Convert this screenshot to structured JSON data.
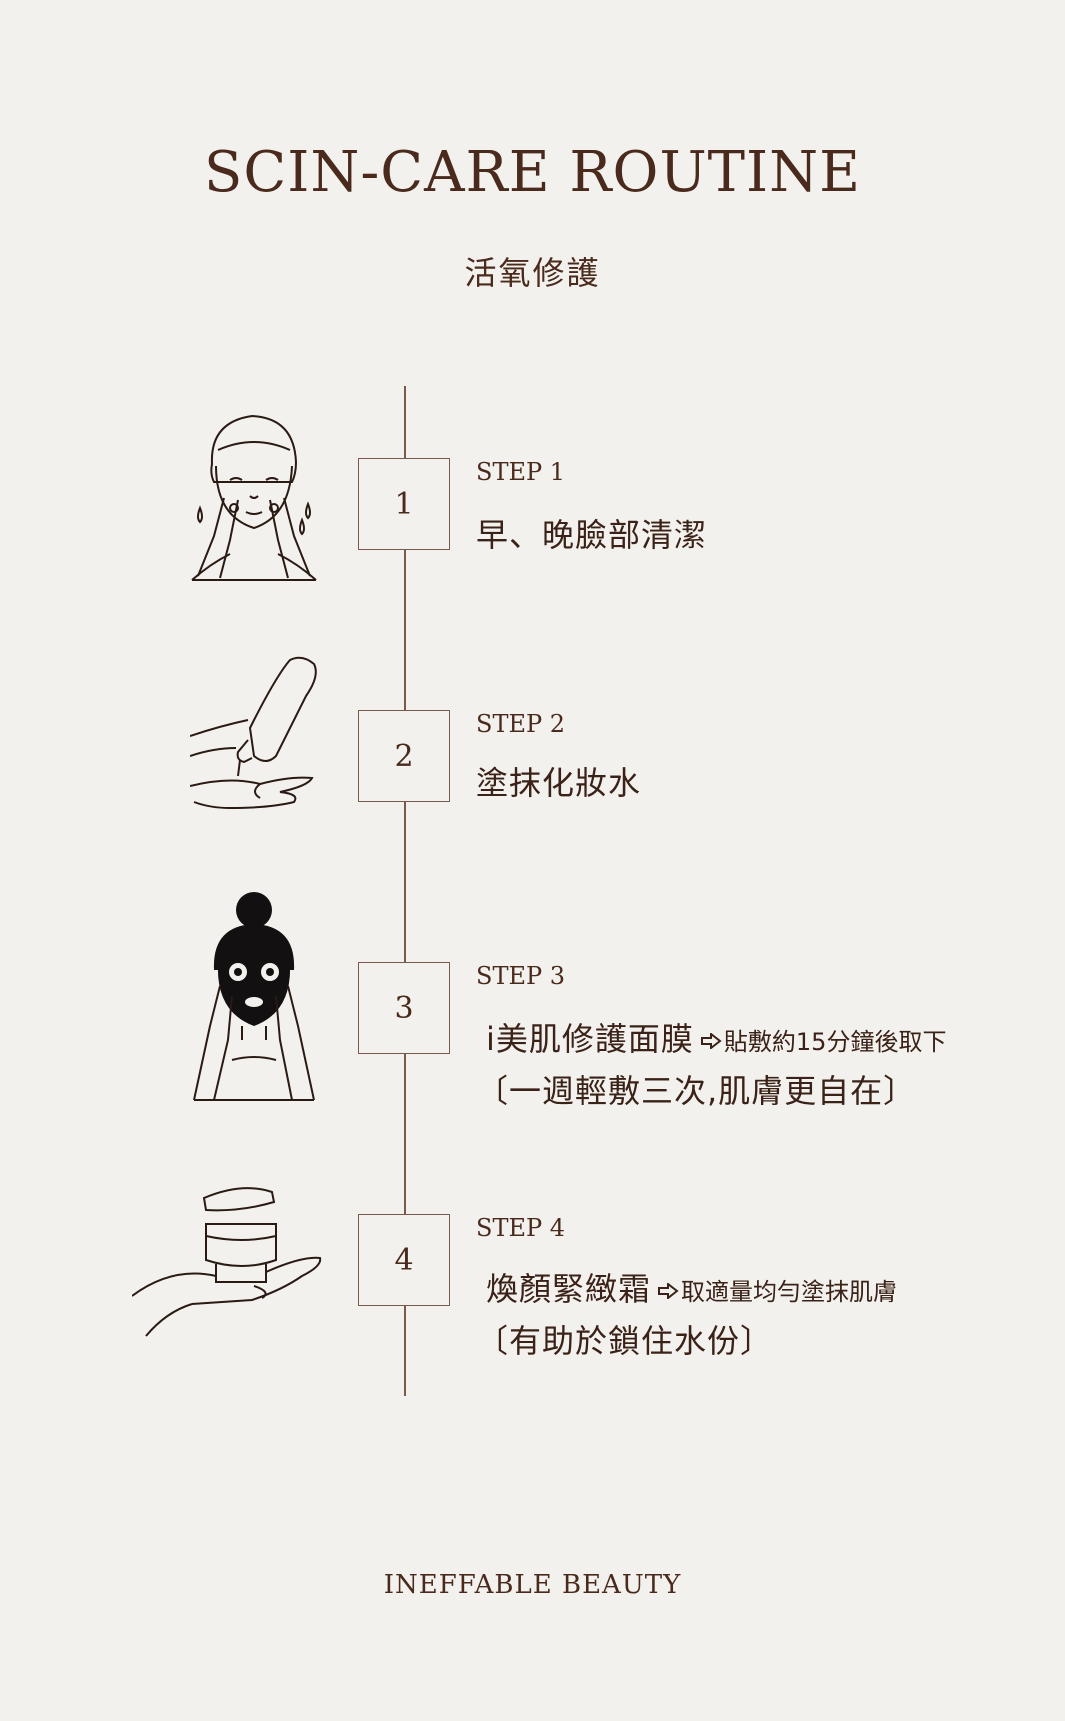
{
  "title": "SCIN-CARE ROUTINE",
  "subtitle": "活氧修護",
  "steps": [
    {
      "number": "1",
      "label": "STEP 1",
      "text": "早、晚臉部清潔",
      "icon": "face-washing-icon"
    },
    {
      "number": "2",
      "label": "STEP 2",
      "text": "塗抹化妝水",
      "icon": "toner-bottle-hand-icon"
    },
    {
      "number": "3",
      "label": "STEP 3",
      "text_main": "i美肌修護面膜",
      "text_note": "貼敷約15分鐘後取下",
      "text_sub": "〔一週輕敷三次,肌膚更自在〕",
      "icon": "face-mask-woman-icon"
    },
    {
      "number": "4",
      "label": "STEP 4",
      "text_main": "煥顏緊緻霜",
      "text_note": "取適量均勻塗抹肌膚",
      "text_sub": "〔有助於鎖住水份〕",
      "icon": "cream-jar-hand-icon"
    }
  ],
  "footer": "INEFFABLE BEAUTY",
  "colors": {
    "background": "#f3f1ed",
    "text": "#4a2a1c",
    "line": "#7a5a4a"
  }
}
